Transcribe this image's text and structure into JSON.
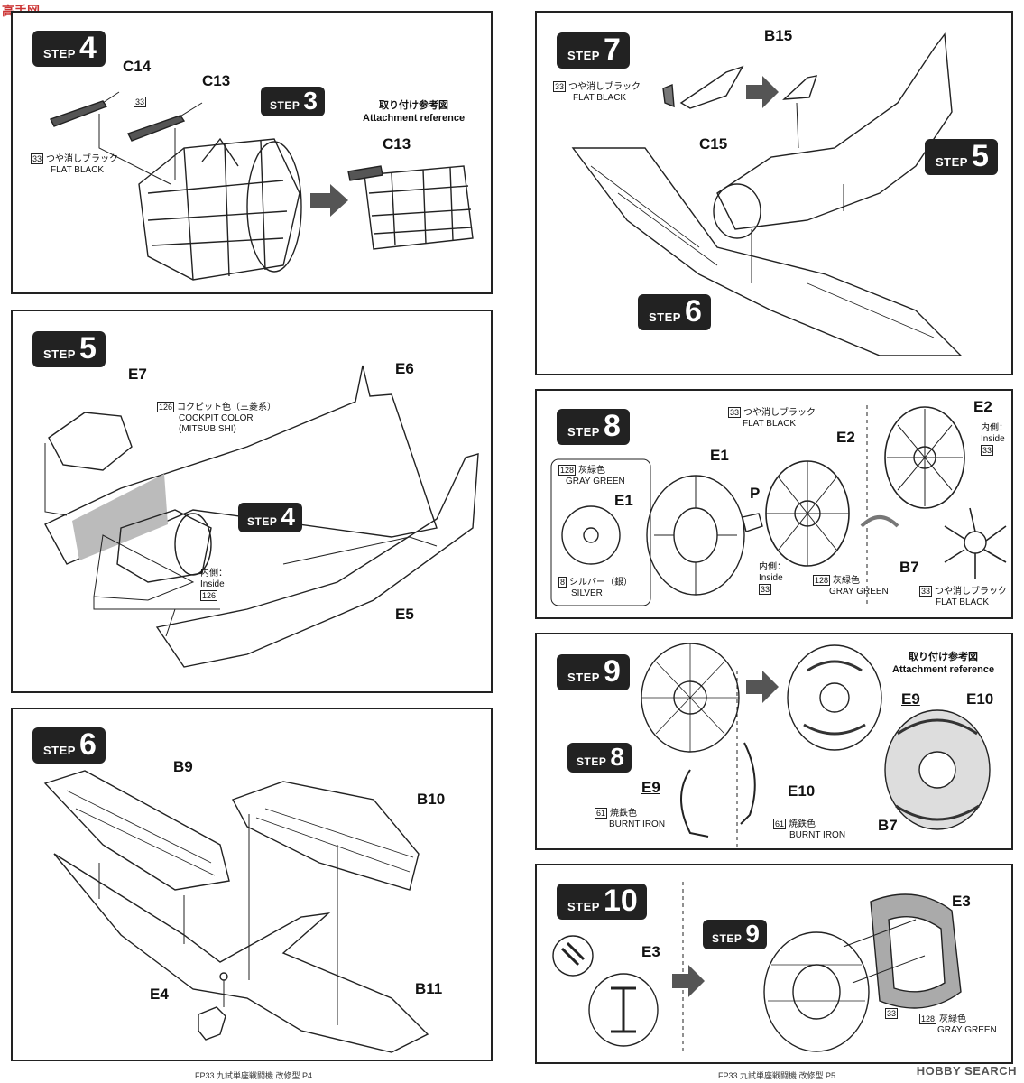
{
  "logo_text": "高手网",
  "watermark": "HOBBY SEARCH",
  "footer_left": "FP33 九試単座戦闘機 改修型  P4",
  "footer_right": "FP33 九試単座戦闘機 改修型  P5",
  "step_word": "STEP",
  "step4": {
    "number": "4",
    "parts": {
      "c14": "C14",
      "c13": "C13",
      "c13_ref": "C13"
    },
    "sub_step": "3",
    "note_code": "33",
    "note_jp": "つや消しブラック",
    "note_en": "FLAT BLACK",
    "ref_jp": "取り付け参考図",
    "ref_en": "Attachment reference"
  },
  "step5": {
    "number": "5",
    "parts": {
      "e7": "E7",
      "e6": "E6",
      "e5": "E5"
    },
    "sub_step": "4",
    "color_code": "126",
    "color_jp": "コクピット色（三菱系）",
    "color_en": "COCKPIT COLOR",
    "color_en2": "(MITSUBISHI)",
    "inside_jp": "内側：",
    "inside_en": "Inside",
    "inside_code": "126"
  },
  "step6": {
    "number": "6",
    "parts": {
      "b9": "B9",
      "b10": "B10",
      "b11": "B11",
      "e4": "E4"
    }
  },
  "step7": {
    "number": "7",
    "parts": {
      "b15": "B15",
      "c15": "C15"
    },
    "sub_step_a": "5",
    "sub_step_b": "6",
    "note_code": "33",
    "note_jp": "つや消しブラック",
    "note_en": "FLAT BLACK"
  },
  "step8": {
    "number": "8",
    "parts": {
      "e1": "E1",
      "e1b": "E1",
      "e2": "E2",
      "e2b": "E2",
      "p": "P",
      "b7": "B7"
    },
    "gray_code": "128",
    "gray_jp": "灰緑色",
    "gray_en": "GRAY GREEN",
    "silver_code": "8",
    "silver_jp": "シルバー（銀）",
    "silver_en": "SILVER",
    "black_code": "33",
    "black_jp": "つや消しブラック",
    "black_en": "FLAT BLACK",
    "inside_jp": "内側：",
    "inside_en": "Inside",
    "inside_code": "33",
    "inside2_jp": "内側：",
    "inside2_en": "Inside",
    "inside2_code": "33",
    "gray2_code": "128",
    "gray2_jp": "灰緑色",
    "gray2_en": "GRAY GREEN",
    "black2_code": "33",
    "black2_jp": "つや消しブラック",
    "black2_en": "FLAT BLACK"
  },
  "step9": {
    "number": "9",
    "sub_step": "8",
    "parts": {
      "e9": "E9",
      "e10": "E10",
      "e9r": "E9",
      "e10r": "E10",
      "b7": "B7"
    },
    "ref_jp": "取り付け参考図",
    "ref_en": "Attachment reference",
    "iron_code": "61",
    "iron_jp": "焼鉄色",
    "iron_en": "BURNT IRON",
    "iron2_code": "61",
    "iron2_jp": "焼鉄色",
    "iron2_en": "BURNT IRON"
  },
  "step10": {
    "number": "10",
    "sub_step": "9",
    "parts": {
      "e3": "E3",
      "e3b": "E3"
    },
    "code33": "33",
    "gray_code": "128",
    "gray_jp": "灰緑色",
    "gray_en": "GRAY GREEN"
  }
}
